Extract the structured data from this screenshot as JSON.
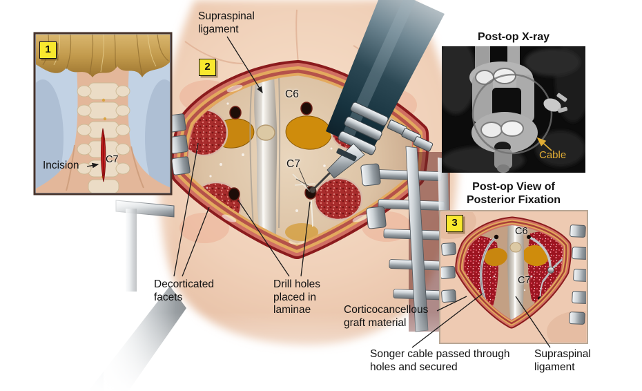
{
  "colors": {
    "step_marker_bg": "#f9e82e",
    "cable_label": "#e2ae35"
  },
  "steps": {
    "step1": "1",
    "step2": "2",
    "step3": "3"
  },
  "inset_incision": {
    "incision_label": "Incision",
    "vertebra_label": "C7"
  },
  "main_view": {
    "supraspinal_ligament_label": "Supraspinal ligament",
    "c6_label": "C6",
    "c7_label": "C7",
    "decorticated_facets_label": "Decorticated facets",
    "drill_holes_label": "Drill holes placed in laminae"
  },
  "xray_panel": {
    "title": "Post-op X-ray",
    "cable_label": "Cable"
  },
  "postop_panel": {
    "title": "Post-op View of Posterior Fixation",
    "c6_label": "C6",
    "c7_label": "C7",
    "graft_label": "Corticocancellous graft material",
    "songer_cable_label": "Songer cable passed through holes and secured",
    "supraspinal_ligament_label": "Supraspinal ligament"
  }
}
